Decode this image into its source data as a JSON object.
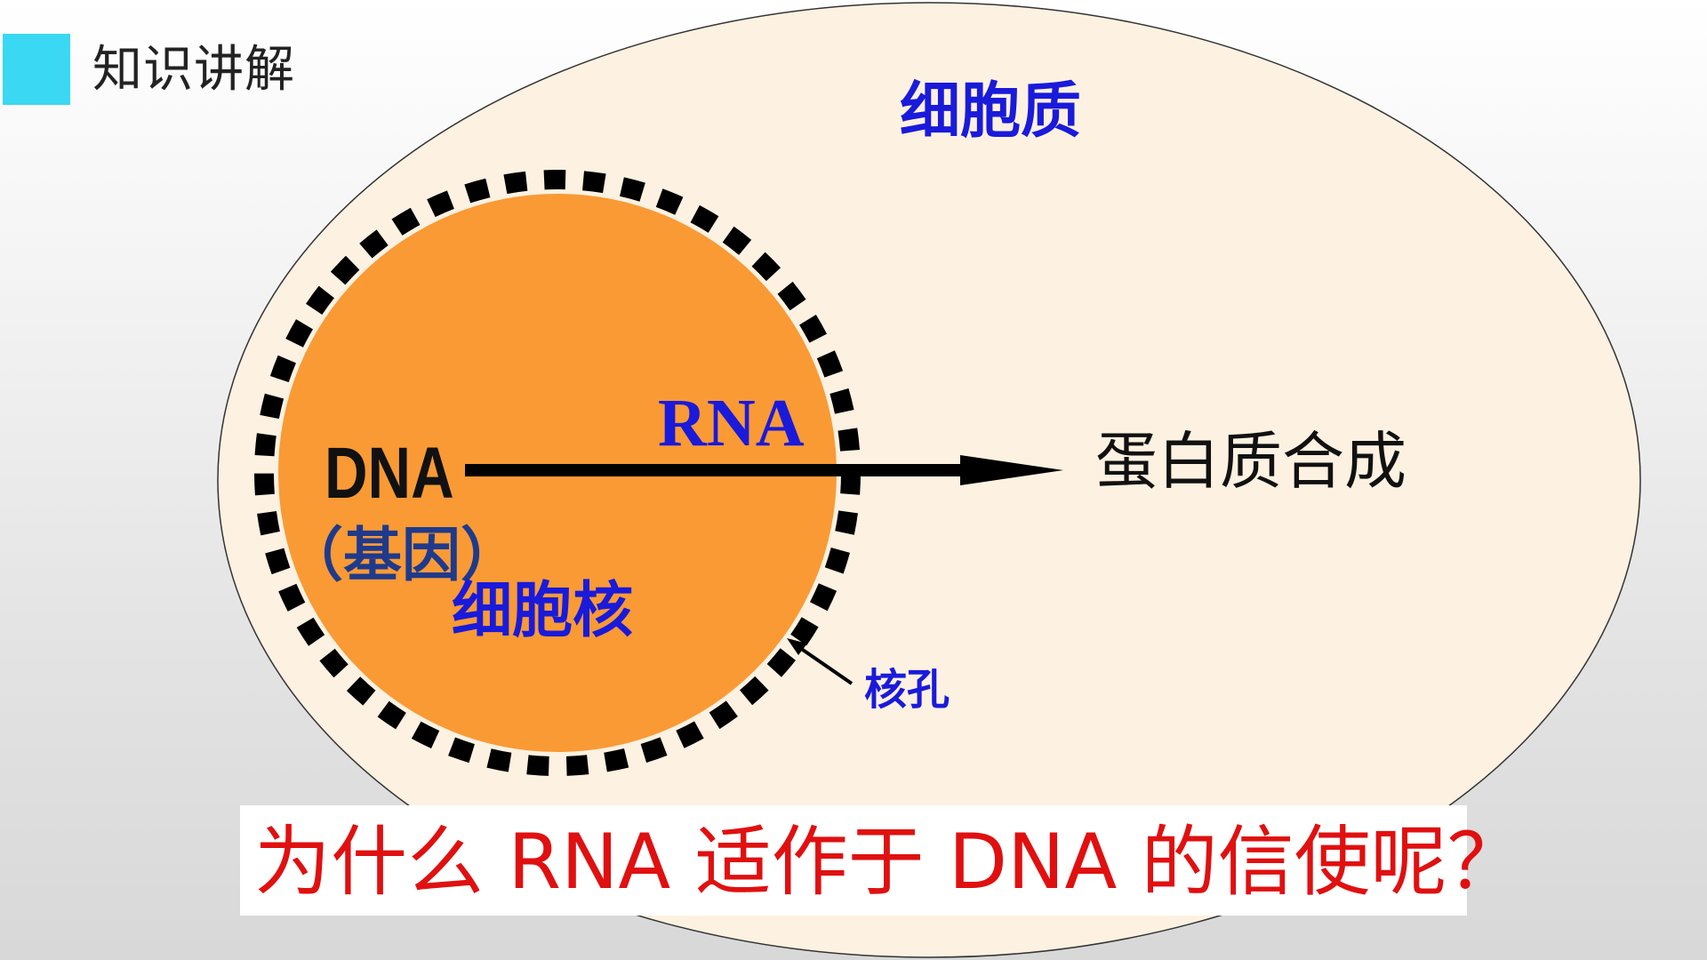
{
  "header": {
    "title": "知识讲解",
    "accent_color": "#3ad8f2"
  },
  "diagram": {
    "cytoplasm_label": "细胞质",
    "nucleus_label": "细胞核",
    "dna_label": "DNA",
    "gene_label": "（基因）",
    "rna_label": "RNA",
    "protein_synthesis_label": "蛋白质合成",
    "nuclear_pore_label": "核孔",
    "colors": {
      "cytoplasm": "#fdf1e1",
      "nucleus": "#f99a35",
      "membrane": "#000000",
      "label_blue": "#1a1adb",
      "gene_blue": "#1f3a8c"
    }
  },
  "question": {
    "text": "为什么 RNA 适作于 DNA 的信使呢？",
    "color": "#e01010"
  }
}
